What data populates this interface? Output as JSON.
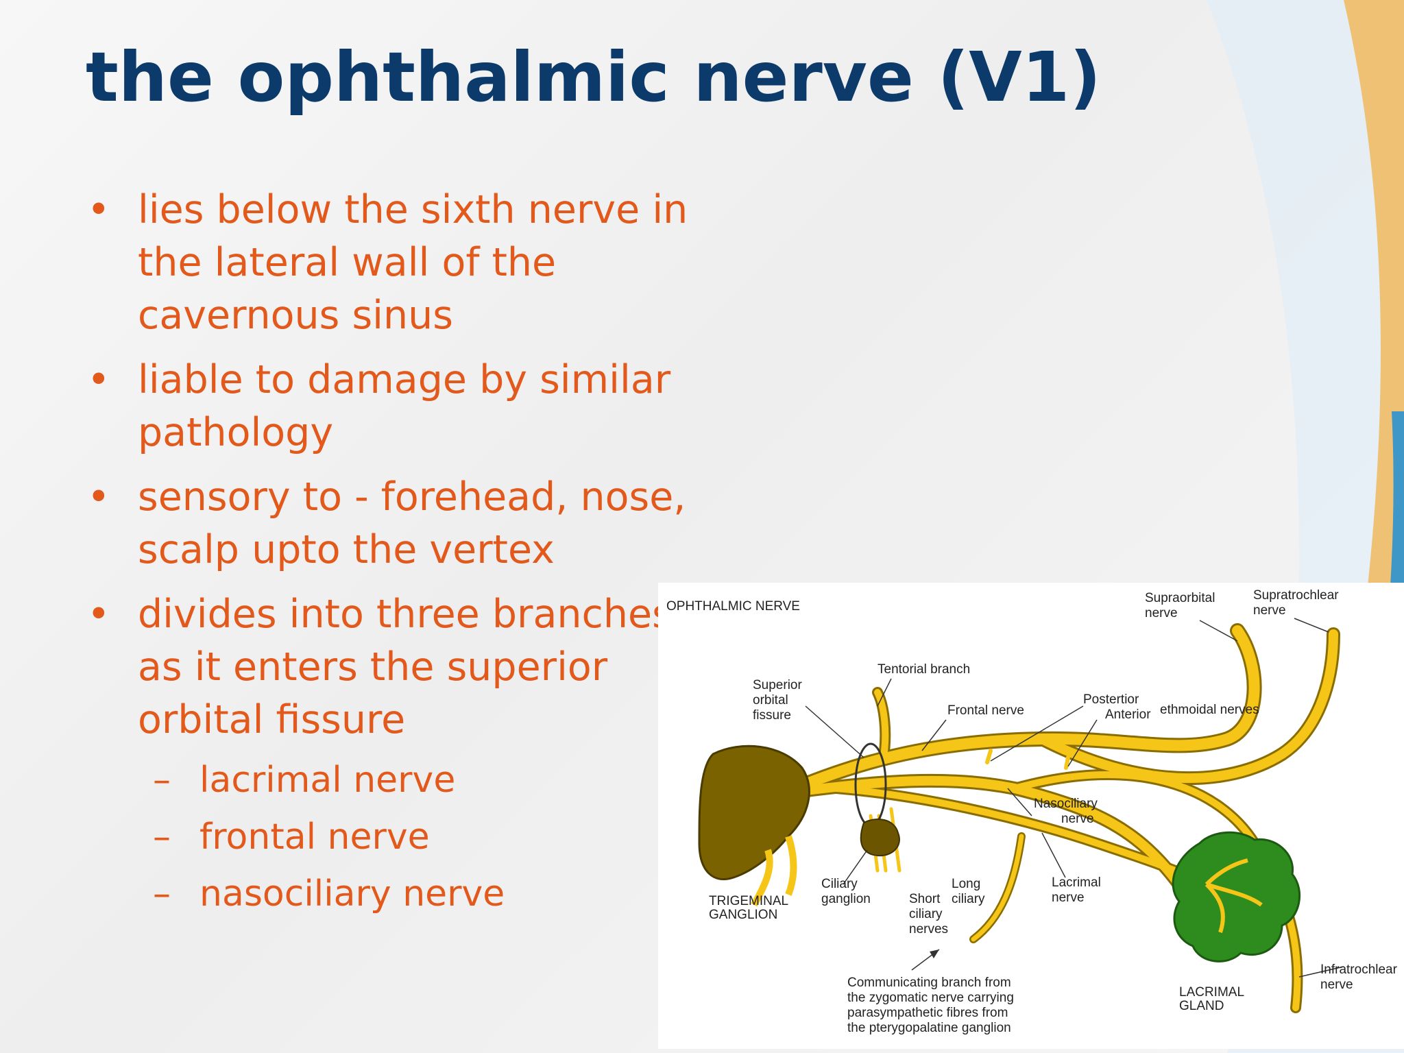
{
  "slide": {
    "title": "the ophthalmic nerve (V1)",
    "bullets": [
      "lies below the sixth nerve in the lateral wall of the cavernous sinus",
      "liable to damage by similar pathology",
      "sensory to - forehead, nose, scalp upto the vertex",
      "divides into three branches as it enters the superior orbital fissure"
    ],
    "sub_bullets": [
      "lacrimal nerve",
      "frontal nerve",
      "nasociliary nerve"
    ],
    "bullet_glyph": "•",
    "dash_glyph": "–"
  },
  "figure": {
    "heading": "OPHTHALMIC NERVE",
    "labels": {
      "supraorbital_1": "Supraorbital",
      "supraorbital_2": "nerve",
      "supratrochlear_1": "Supratrochlear",
      "supratrochlear_2": "nerve",
      "tentorial": "Tentorial branch",
      "sup_orbital_1": "Superior",
      "sup_orbital_2": "orbital",
      "sup_orbital_3": "fissure",
      "frontal": "Frontal nerve",
      "posterior": "Postertior",
      "anterior": "Anterior",
      "ethmoidal": "ethmoidal nerves",
      "nasociliary_1": "Nasociliary",
      "nasociliary_2": "nerve",
      "trigeminal_1": "TRIGEMINAL",
      "trigeminal_2": "GANGLION",
      "ciliary_gang_1": "Ciliary",
      "ciliary_gang_2": "ganglion",
      "short_1": "Short",
      "short_2": "ciliary",
      "short_3": "nerves",
      "long_1": "Long",
      "long_2": "ciliary",
      "lacrimal_1": "Lacrimal",
      "lacrimal_2": "nerve",
      "comm_1": "Communicating branch from",
      "comm_2": "the zygomatic nerve carrying",
      "comm_3": "parasympathetic fibres from",
      "comm_4": "the pterygopalatine ganglion",
      "lacrimal_gland_1": "LACRIMAL",
      "lacrimal_gland_2": "GLAND",
      "infratrochlear_1": "Infratrochlear",
      "infratrochlear_2": "nerve"
    },
    "colors": {
      "nerve": "#f5c518",
      "nerve_outline": "#8a6d00",
      "ganglion": "#7a6200",
      "ciliary_ganglion": "#6b5500",
      "gland": "#2e8b1e"
    }
  },
  "colors": {
    "title": "#0b3a6b",
    "text": "#e2591b",
    "accent_blue": "#1f8fd6",
    "accent_orange": "#f2b24a"
  }
}
